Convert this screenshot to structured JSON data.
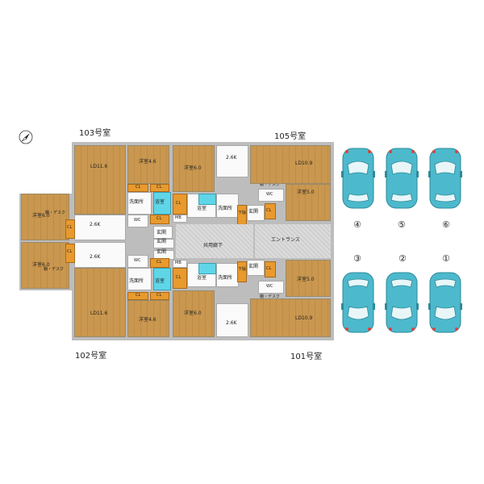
{
  "units": {
    "u103": "103号室",
    "u105": "105号室",
    "u102": "102号室",
    "u101": "101号室"
  },
  "rooms": {
    "yoshitsu_46": "洋室4.6",
    "yoshitsu_60": "洋室6.0",
    "yoshitsu_50": "洋室5.0",
    "ld116": "LD11.6",
    "ld109": "LD10.9",
    "k26": "2.6K",
    "cl": "CL",
    "wc": "WC",
    "mb": "MB",
    "bath": "浴室",
    "senmen": "洗面所",
    "genkan": "玄関",
    "tana": "棚・デスク",
    "shuno": "下駄"
  },
  "common": {
    "corridor": "共用廊下",
    "entrance": "エントランス"
  },
  "parking": {
    "top": [
      "④",
      "⑤",
      "⑥"
    ],
    "bottom": [
      "③",
      "②",
      "①"
    ],
    "car_color": "#4db9cc",
    "accent_color": "#e0413a"
  },
  "compass": "N"
}
